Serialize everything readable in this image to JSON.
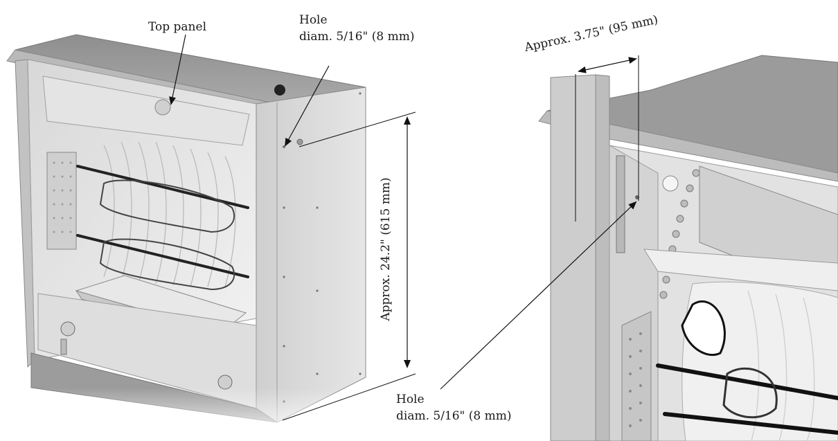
{
  "left_view": {
    "top_panel_label": "Top panel",
    "hole_top_line1": "Hole",
    "hole_top_line2": "diam. 5/16\" (8 mm)",
    "height_dimension": "Approx. 24.2\" (615 mm)"
  },
  "right_view": {
    "width_dimension": "Approx. 3.75\" (95 mm)",
    "hole_line1": "Hole",
    "hole_line2": "diam. 5/16\" (8 mm)"
  }
}
